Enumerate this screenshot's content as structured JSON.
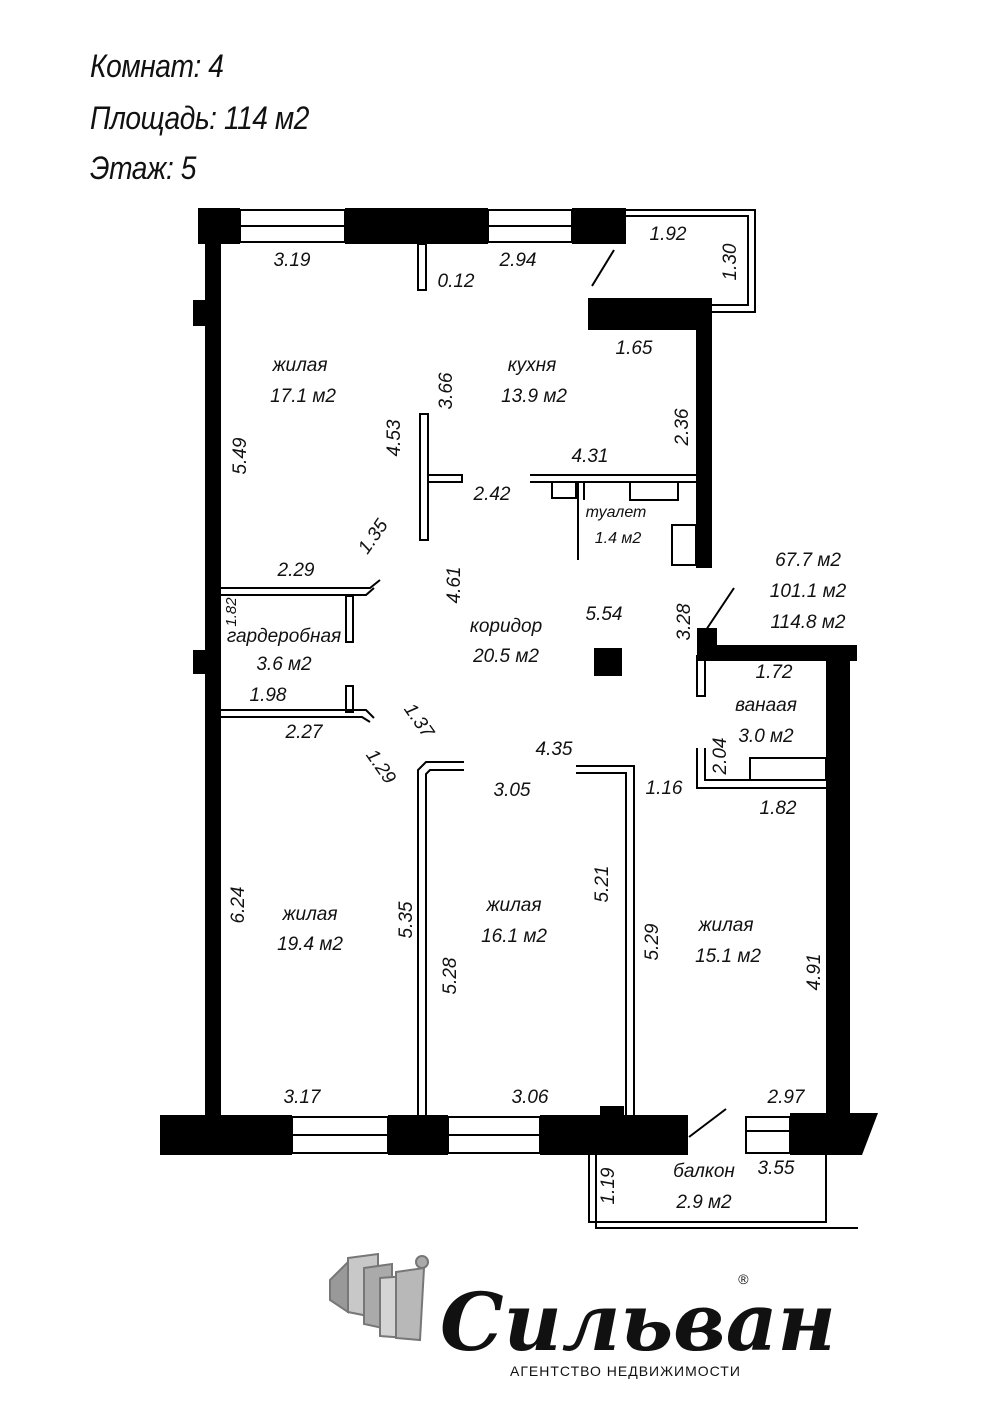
{
  "header": {
    "rooms": "Комнат: 4",
    "area": "Площадь: 114 м2",
    "floor": "Этаж: 5"
  },
  "rooms": [
    {
      "id": "living-1",
      "name": "жилая",
      "area": "17.1 м2"
    },
    {
      "id": "kitchen",
      "name": "кухня",
      "area": "13.9 м2"
    },
    {
      "id": "toilet",
      "name": "туалет",
      "area": "1.4 м2"
    },
    {
      "id": "wardrobe",
      "name": "гардеробная",
      "area": "3.6 м2"
    },
    {
      "id": "corridor",
      "name": "коридор",
      "area": "20.5 м2"
    },
    {
      "id": "bathroom",
      "name": "ванаая",
      "area": "3.0 м2"
    },
    {
      "id": "living-2",
      "name": "жилая",
      "area": "19.4 м2"
    },
    {
      "id": "living-3",
      "name": "жилая",
      "area": "16.1 м2"
    },
    {
      "id": "living-4",
      "name": "жилая",
      "area": "15.1 м2"
    },
    {
      "id": "balcony",
      "name": "балкон",
      "area": "2.9 м2"
    }
  ],
  "totals": [
    "67.7 м2",
    "101.1 м2",
    "114.8 м2"
  ],
  "dimensions": [
    "3.19",
    "0.12",
    "2.94",
    "1.92",
    "1.30",
    "1.65",
    "5.49",
    "3.66",
    "4.53",
    "2.36",
    "4.31",
    "2.42",
    "1.35",
    "2.29",
    "4.61",
    "1.82",
    "5.54",
    "3.28",
    "1.98",
    "1.72",
    "2.27",
    "1.37",
    "4.35",
    "2.04",
    "1.29",
    "3.05",
    "1.16",
    "1.82",
    "6.24",
    "5.35",
    "5.21",
    "5.29",
    "4.91",
    "5.28",
    "3.17",
    "3.06",
    "2.97",
    "1.19",
    "3.55"
  ],
  "logo": {
    "name": "Сильван",
    "registered": "®",
    "tagline": "АГЕНТСТВО НЕДВИЖИМОСТИ"
  }
}
